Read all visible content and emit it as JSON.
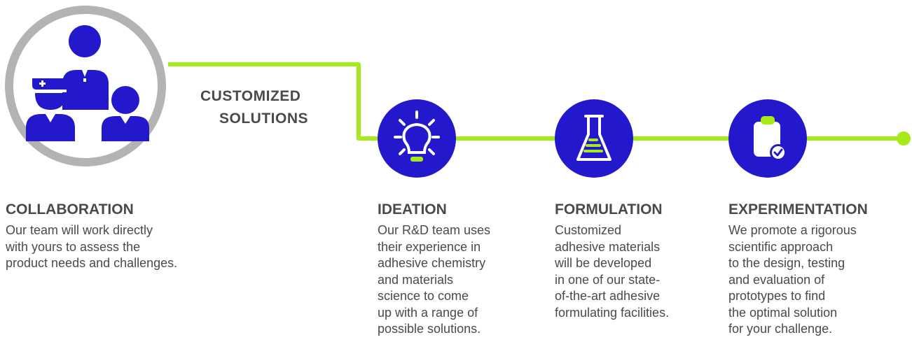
{
  "colors": {
    "accent_green": "#a6ea1c",
    "brand_blue": "#2318cc",
    "ring_grey": "#b3b3b3",
    "text": "#4a4a4a"
  },
  "headline": {
    "line1": "CUSTOMIZED",
    "line2": "SOLUTIONS"
  },
  "stages": [
    {
      "title": "COLLABORATION",
      "icon": "team-people-icon",
      "description": "Our team will work directly\nwith yours to assess the\nproduct needs and challenges."
    },
    {
      "title": "IDEATION",
      "icon": "lightbulb-icon",
      "description": "Our R&D team uses\ntheir experience in\nadhesive chemistry\nand materials\nscience to come\nup with a range of\npossible solutions."
    },
    {
      "title": "FORMULATION",
      "icon": "flask-icon",
      "description": "Customized\nadhesive materials\nwill be developed\nin one of our state-\nof-the-art adhesive\nformulating facilities."
    },
    {
      "title": "EXPERIMENTATION",
      "icon": "clipboard-check-icon",
      "description": "We promote a rigorous\nscientific approach\nto the design, testing\nand evaluation of\nprototypes to find\nthe optimal solution\nfor your challenge."
    }
  ]
}
